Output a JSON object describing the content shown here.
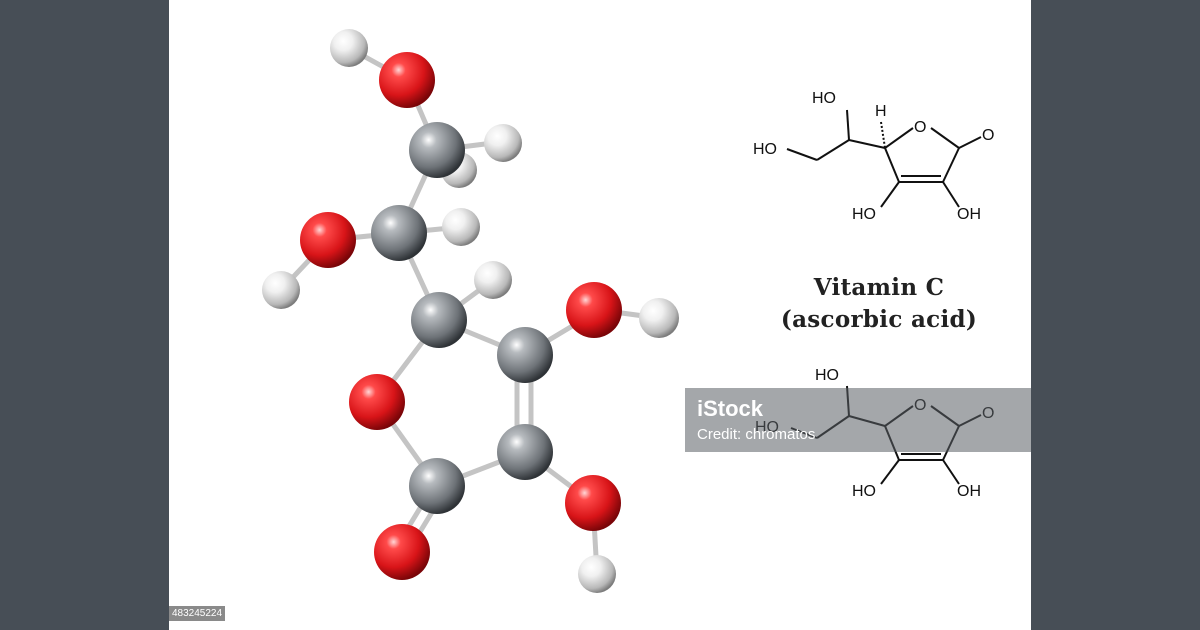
{
  "title": {
    "line1": "Vitamin C",
    "line2": "(ascorbic acid)"
  },
  "formula_top": {
    "labels": [
      "HO",
      "H",
      "O",
      "O",
      "HO",
      "HO",
      "OH"
    ]
  },
  "formula_bottom": {
    "labels": [
      "HO",
      "HO",
      "O",
      "O",
      "HO",
      "OH"
    ]
  },
  "watermark": {
    "logo": "iStock",
    "credit": "Credit: chromatos"
  },
  "image_id": "483245224",
  "colors": {
    "background_side": "#474e56",
    "canvas": "#ffffff",
    "oxygen": "#e0191c",
    "carbon": "#8e9398",
    "hydrogen": "#e8e8e8",
    "bond": "#bfbfbf"
  }
}
